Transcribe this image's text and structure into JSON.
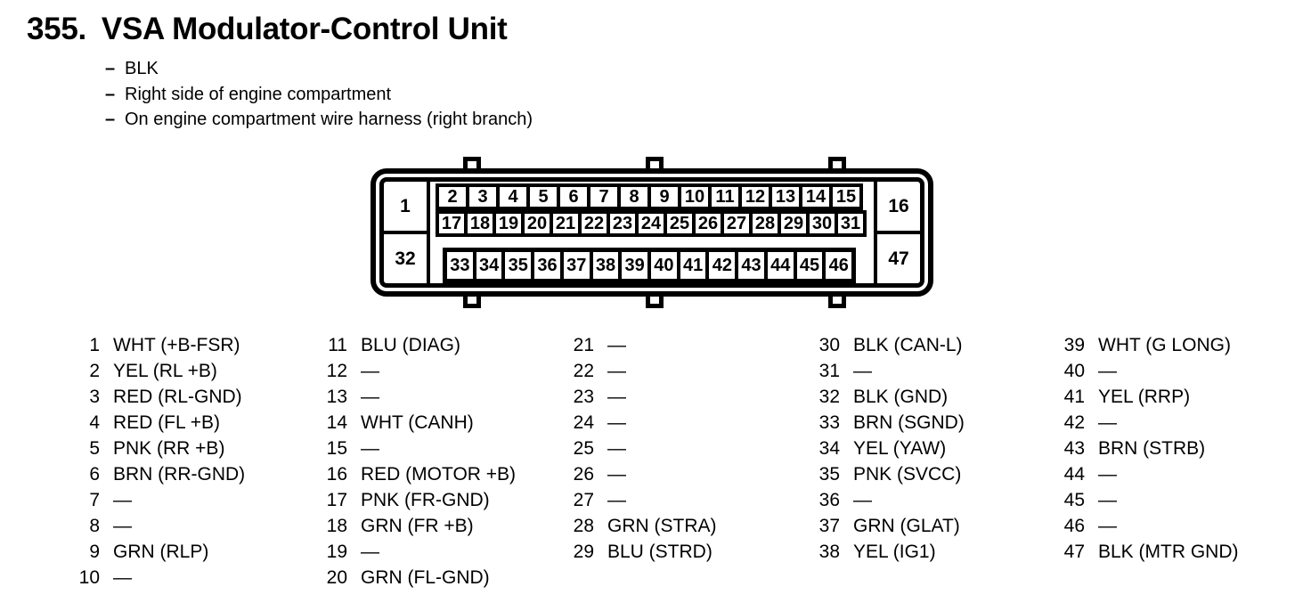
{
  "page": {
    "title_number": "355.",
    "title": "VSA Modulator-Control Unit",
    "bullet_dash": "–",
    "bullets": [
      {
        "text": "BLK"
      },
      {
        "text": "Right side of engine compartment"
      },
      {
        "text": "On engine compartment wire harness (right branch)"
      }
    ]
  },
  "connector": {
    "corner_cells": {
      "top_left": "1",
      "top_right": "16",
      "bottom_left": "32",
      "bottom_right": "47"
    },
    "top_row": [
      "2",
      "3",
      "4",
      "5",
      "6",
      "7",
      "8",
      "9",
      "10",
      "11",
      "12",
      "13",
      "14",
      "15"
    ],
    "middle_row": [
      "17",
      "18",
      "19",
      "20",
      "21",
      "22",
      "23",
      "24",
      "25",
      "26",
      "27",
      "28",
      "29",
      "30",
      "31"
    ],
    "bottom_row": [
      "33",
      "34",
      "35",
      "36",
      "37",
      "38",
      "39",
      "40",
      "41",
      "42",
      "43",
      "44",
      "45",
      "46"
    ]
  },
  "pin_table": {
    "columns": [
      {
        "pins": [
          {
            "num": "1",
            "label": "WHT (+B-FSR)"
          },
          {
            "num": "2",
            "label": "YEL (RL +B)"
          },
          {
            "num": "3",
            "label": "RED (RL-GND)"
          },
          {
            "num": "4",
            "label": "RED (FL +B)"
          },
          {
            "num": "5",
            "label": "PNK (RR +B)"
          },
          {
            "num": "6",
            "label": "BRN (RR-GND)"
          },
          {
            "num": "7",
            "label": "—"
          },
          {
            "num": "8",
            "label": "—"
          },
          {
            "num": "9",
            "label": "GRN (RLP)"
          },
          {
            "num": "10",
            "label": "—"
          }
        ]
      },
      {
        "pins": [
          {
            "num": "11",
            "label": "BLU (DIAG)"
          },
          {
            "num": "12",
            "label": "—"
          },
          {
            "num": "13",
            "label": "—"
          },
          {
            "num": "14",
            "label": "WHT (CANH)"
          },
          {
            "num": "15",
            "label": "—"
          },
          {
            "num": "16",
            "label": "RED (MOTOR +B)"
          },
          {
            "num": "17",
            "label": "PNK (FR-GND)"
          },
          {
            "num": "18",
            "label": "GRN (FR +B)"
          },
          {
            "num": "19",
            "label": "—"
          },
          {
            "num": "20",
            "label": "GRN (FL-GND)"
          }
        ]
      },
      {
        "pins": [
          {
            "num": "21",
            "label": "—"
          },
          {
            "num": "22",
            "label": "—"
          },
          {
            "num": "23",
            "label": "—"
          },
          {
            "num": "24",
            "label": "—"
          },
          {
            "num": "25",
            "label": "—"
          },
          {
            "num": "26",
            "label": "—"
          },
          {
            "num": "27",
            "label": "—"
          },
          {
            "num": "28",
            "label": "GRN (STRA)"
          },
          {
            "num": "29",
            "label": "BLU (STRD)"
          }
        ]
      },
      {
        "pins": [
          {
            "num": "30",
            "label": "BLK (CAN-L)"
          },
          {
            "num": "31",
            "label": "—"
          },
          {
            "num": "32",
            "label": "BLK (GND)"
          },
          {
            "num": "33",
            "label": "BRN (SGND)"
          },
          {
            "num": "34",
            "label": "YEL (YAW)"
          },
          {
            "num": "35",
            "label": "PNK (SVCC)"
          },
          {
            "num": "36",
            "label": "—"
          },
          {
            "num": "37",
            "label": "GRN (GLAT)"
          },
          {
            "num": "38",
            "label": "YEL (IG1)"
          }
        ]
      },
      {
        "pins": [
          {
            "num": "39",
            "label": "WHT (G LONG)"
          },
          {
            "num": "40",
            "label": "—"
          },
          {
            "num": "41",
            "label": "YEL (RRP)"
          },
          {
            "num": "42",
            "label": "—"
          },
          {
            "num": "43",
            "label": "BRN (STRB)"
          },
          {
            "num": "44",
            "label": "—"
          },
          {
            "num": "45",
            "label": "—"
          },
          {
            "num": "46",
            "label": "—"
          },
          {
            "num": "47",
            "label": "BLK (MTR GND)"
          }
        ]
      }
    ]
  },
  "colors": {
    "ink": "#000000",
    "paper": "#ffffff"
  }
}
